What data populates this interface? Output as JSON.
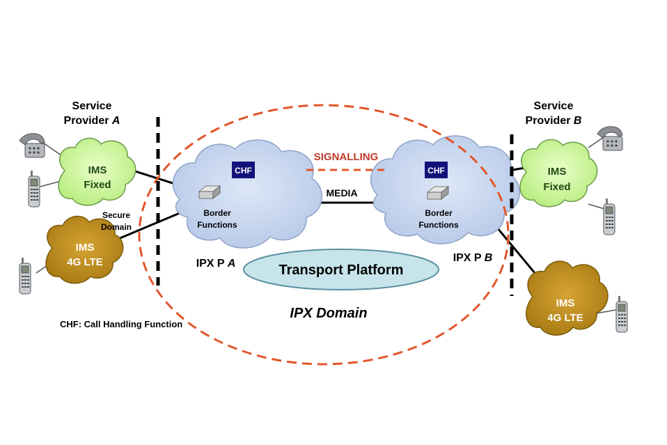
{
  "provider_a": {
    "line1": "Service",
    "line2_prefix": "Provider ",
    "line2_letter": "A"
  },
  "provider_b": {
    "line1": "Service",
    "line2_prefix": "Provider ",
    "line2_letter": "B"
  },
  "clouds": {
    "ims_fixed_a": {
      "line1": "IMS",
      "line2": "Fixed"
    },
    "ims_lte_a": {
      "line1": "IMS",
      "line2": "4G LTE"
    },
    "ims_fixed_b": {
      "line1": "IMS",
      "line2": "Fixed"
    },
    "ims_lte_b": {
      "line1": "IMS",
      "line2": "4G LTE"
    },
    "ipx_a": {
      "chf": "CHF",
      "border_line1": "Border",
      "border_line2": "Functions"
    },
    "ipx_b": {
      "chf": "CHF",
      "border_line1": "Border",
      "border_line2": "Functions"
    }
  },
  "secure_domain": {
    "line1": "Secure",
    "line2": "Domain"
  },
  "signalling": "SIGNALLING",
  "media": "MEDIA",
  "ipx_p_a": {
    "prefix": "IPX P ",
    "letter": "A"
  },
  "ipx_p_b": {
    "prefix": "IPX P ",
    "letter": "B"
  },
  "transport_platform": "Transport Platform",
  "ipx_domain": "IPX Domain",
  "chf_legend": "CHF: Call Handling Function",
  "colors": {
    "ims_fixed_fill": "#ccf59a",
    "ims_lte_fill": "#c19120",
    "ipx_cloud_fill": "#c5d5ef",
    "transport_fill": "#c6e4ea",
    "chf_box": "#13127a",
    "dashed_red": "#e2552a",
    "boundary": "#000000"
  }
}
